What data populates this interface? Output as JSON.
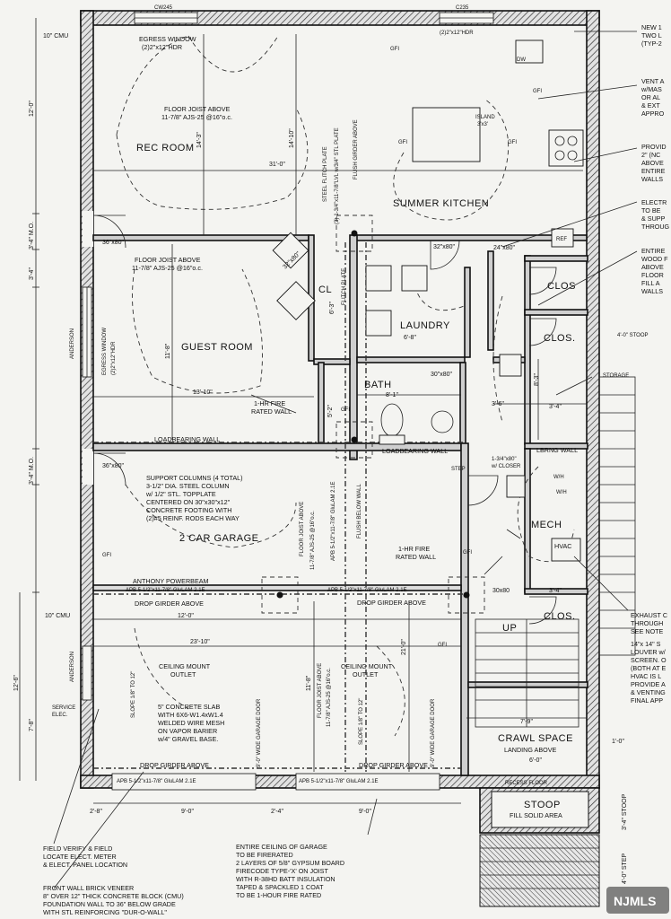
{
  "rooms": {
    "rec_room": "REC ROOM",
    "summer_kitchen": "SUMMER KITCHEN",
    "guest_room": "GUEST ROOM",
    "laundry": "LAUNDRY",
    "bath": "BATH",
    "cl": "CL",
    "clos1": "CLOS",
    "clos2": "CLOS.",
    "clos3": "CLOS.",
    "garage": "2 CAR GARAGE",
    "mech": "MECH",
    "hvac": "HVAC",
    "crawl": "CRAWL SPACE",
    "landing": "LANDING ABOVE",
    "stoop": "STOOP",
    "stoop_fill": "FILL SOLID AREA",
    "storage": "STORAGE",
    "up": "UP",
    "island": "ISLAND",
    "island_size": "3'x3'",
    "ref": "REF",
    "dw": "DW"
  },
  "notes": {
    "egress_window": [
      "EGRESS WINDOW",
      "(2)2\"x12\"HDR"
    ],
    "floor_joist_rec": [
      "FLOOR JOIST ABOVE",
      "11-7/8\" AJS-25 @16\"o.c."
    ],
    "floor_joist_guest": [
      "FLOOR JOIST ABOVE",
      "11-7/8\" AJS-25 @16\"o.c."
    ],
    "steel_flitch": "STEEL FLITCH PLATE",
    "lvl_plate": "(3)-1-3/4\"x11-7/8\"LVL w/3/4\" STL PLATE",
    "flush_girder": "FLUSH GIRDER ABOVE",
    "flitch_plate": "FLITCH PLATE",
    "one_hr_fire_guest": [
      "1-HR FIRE",
      "RATED WALL"
    ],
    "loadbearing_wall": "LOADBEARING WALL",
    "loadbearing_wall2": "LOADBEARING WALL",
    "lbrng_wall": "LBRNG WALL",
    "egress_window_guest": [
      "EGRESS WINDOW",
      "(2)2\"x12\"HDR"
    ],
    "anderson": "ANDERSON",
    "anderson2": "ANDERSON",
    "support_columns": [
      "SUPPORT COLUMNS (4 TOTAL)",
      "3-1/2\" DIA. STEEL COLUMN",
      "w/ 1/2\" STL. TOPPLATE",
      "CENTERED ON 30\"x30\"x12\"",
      "CONCRETE FOOTING WITH",
      "(2)#5 REINF. RODS EACH WAY"
    ],
    "floor_joist_garage": "FLOOR JOIST ABOVE",
    "ajs_garage": "11-7/8\" AJS-25 @16\"o.c.",
    "apb_vertical": "APB 5-1/2\"x11-7/8\" GluLAM 2.1E",
    "flush_below": "FLUSH BELOW WALL",
    "one_hr_fire_garage": [
      "1-HR FIRE",
      "RATED WALL"
    ],
    "anthony": "ANTHONY POWERBEAM",
    "apb_left": "APB 5-1/2\"x11-7/8\" GluLAM 2.1E",
    "apb_right": "APB 5-1/2\"x11-7/8\" GluLAM 2.1E",
    "drop_girder_left": "DROP GIRDER ABOVE",
    "drop_girder_right": "DROP GIRDER ABOVE",
    "drop_girder_bottom_left": "DROP GIRDER ABOVE",
    "drop_girder_bottom_right": "DROP GIRDER ABOVE",
    "apb_bottom_left": "APB 5-1/2\"x11-7/8\" GluLAM 2.1E",
    "apb_bottom_right": "APB 5-1/2\"x11-7/8\" GluLAM 2.1E",
    "ceiling_mount_left": [
      "CEILING MOUNT",
      "OUTLET"
    ],
    "ceiling_mount_right": [
      "CEILING MOUNT",
      "OUTLET"
    ],
    "slab": [
      "5\" CONCRETE SLAB",
      "WITH 6X6-W1.4xW1.4",
      "WELDED WIRE MESH",
      "ON VAPOR BARIER",
      "w/4\" GRAVEL BASE."
    ],
    "wide_garage_door_left": "9'-0\" WIDE GARAGE DOOR",
    "wide_garage_door_right": "9'-0\" WIDE GARAGE DOOR",
    "slope_left": "SLOPE 1/8\" TO 12\"",
    "slope_right": "SLOPE 1/8\" TO 12\"",
    "floor_joist_garage2": "FLOOR JOIST ABOVE",
    "ajs_garage2": "11-7/8\" AJS-25 @16\"o.c.",
    "closer": [
      "1-3/4\"x80\"",
      "w/ CLOSER"
    ],
    "service_elec": [
      "SERVICE",
      "ELEC."
    ],
    "recess_floor": "RECESS FLOOR",
    "field_verify": [
      "FIELD VERIFY & FIELD",
      "LOCATE ELECT. METER",
      "& ELECT. PANEL LOCATION"
    ],
    "front_wall": [
      "FRONT WALL BRICK VENEER",
      "8\" OVER 12\" THICK CONCRETE BLOCK (CMU)",
      "FOUNDATION WALL TO 36\" BELOW GRADE",
      "WITH STL REINFORCING \"DUR-O-WALL\""
    ],
    "entire_ceiling": [
      "ENTIRE CEILING OF GARAGE",
      "TO BE FIRERATED",
      "2 LAYERS OF 5/8\" GYPSUM BOARD",
      "FIRECODE TYPE-'X' ON JOIST",
      "WITH R-38HD BATT INSULATION",
      "TAPED & SPACKLED 1 COAT",
      "TO BE 1-HOUR FIRE RATED"
    ],
    "right_new": [
      "NEW 1",
      "TWO L",
      "(TYP-2"
    ],
    "right_vent": [
      "VENT A",
      "w/MAS",
      "OR AL",
      "& EXT",
      "APPRO"
    ],
    "right_provide": [
      "PROVID",
      "2\" (NC",
      "ABOVE",
      "ENTIRE",
      "WALLS"
    ],
    "right_elec": [
      "ELECTR",
      "TO BE",
      "& SUPP",
      "THROUG"
    ],
    "right_entire": [
      "ENTIRE",
      "WOOD F",
      "ABOVE",
      "FLOOR",
      "FILL A",
      "WALLS"
    ],
    "right_exhaust": [
      "EXHAUST C",
      "THROUGH",
      "SEE NOTE"
    ],
    "right_louver": [
      "14\"x 14\" S",
      "LOUVER w/",
      "SCREEN. O",
      "(BOTH AT E",
      "HVAC IS L",
      "PROVIDE A",
      "& VENTING",
      "FINAL APP"
    ],
    "stoop_label": "4'-0\" STOOP",
    "watermark": "NJMLS"
  },
  "dims": {
    "cmu_top": "10\" CMU",
    "cmu_bottom": "10\" CMU",
    "left_top": "12'-0\"",
    "left_mo": "3'-4\" M.O.",
    "left_34": "3'-4\"",
    "left_mo2": "3'-4\" M.O.",
    "left_bottom": "12'-6\"",
    "left_78": "7'-8\"",
    "rec_height": "14'-3\"",
    "rec_width": "31'-0\"",
    "kitchen_height": "14'-10\"",
    "guest_height": "11'-8\"",
    "guest_width": "13'-10\"",
    "door_36_rec": "36\"x80\"",
    "door_36_garage": "36\"x80\"",
    "door_32_cl": "32\"x80\"",
    "door_32_laundry": "32\"x80\"",
    "door_24": "24\"x80\"",
    "door_30_bath": "30\"x80\"",
    "door_30x80": "30x80",
    "cl_dim": "6'-3\"",
    "laundry_w": "6'-8\"",
    "bath_w": "8'-1\"",
    "bath_h": "5'-2\"",
    "clos_w1": "3'-6\"",
    "clos_w2": "3'-4\"",
    "clos_w3": "3'-4\"",
    "clos_h": "8'-3\"",
    "garage_12": "12'-0\"",
    "garage_23": "23'-10\"",
    "garage_21": "21'-0\"",
    "garage_11": "11'-8\"",
    "crawl_79": "7'-9\"",
    "crawl_60": "6'-0\"",
    "bottom_28": "2'-8\"",
    "bottom_90a": "9'-0\"",
    "bottom_24": "2'-4\"",
    "bottom_90b": "9'-0\"",
    "right_10": "1'-0\"",
    "stoop_34": "3'-4\" STOOP",
    "stoop_40": "4'-0\" STEP",
    "cw": "CW245",
    "c235": "C235",
    "hdr_top": "(2)2\"x12\"HDR"
  },
  "tags": {
    "gfi": "GFI",
    "wtr": "W/H",
    "step": "STEP"
  }
}
